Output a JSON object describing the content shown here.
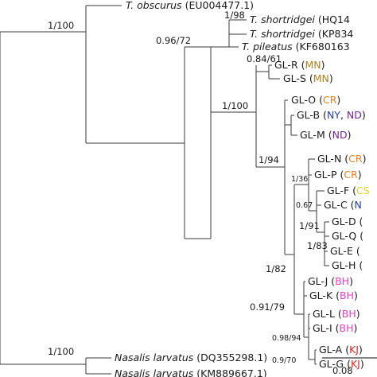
{
  "tips": {
    "obscurus": {
      "species": "T. obscurus",
      "accession": "(EU004477.1)"
    },
    "shortridgei_1": {
      "species": "T. shortridgei",
      "accession": "(HQ14"
    },
    "shortridgei_2": {
      "species": "T. shortridgei",
      "accession": "(KP834"
    },
    "pileatus": {
      "species": "T. pileatus",
      "accession": "(KF680163"
    },
    "nasalis_1": {
      "species": "Nasalis larvatus",
      "accession": "(DQ355298.1)"
    },
    "nasalis_2": {
      "species": "Nasalis larvatus",
      "accession": "(KM889667.1)"
    },
    "gl_r": {
      "name": "GL-R",
      "region": "MN",
      "color": "#b07f1c"
    },
    "gl_s": {
      "name": "GL-S",
      "region": "MN",
      "color": "#b07f1c"
    },
    "gl_o": {
      "name": "GL-O",
      "region": "CR",
      "color": "#f07f1e"
    },
    "gl_b": {
      "name": "GL-B",
      "region": "NY",
      "region2": "ND",
      "color": "#1f3fb0",
      "color2": "#7a1fa0"
    },
    "gl_m": {
      "name": "GL-M",
      "region": "ND",
      "color": "#7a1fa0"
    },
    "gl_n": {
      "name": "GL-N",
      "region": "CR",
      "color": "#f07f1e"
    },
    "gl_p": {
      "name": "GL-P",
      "region": "CR",
      "color": "#f07f1e"
    },
    "gl_f": {
      "name": "GL-F",
      "region": "CS",
      "color": "#e6d21a"
    },
    "gl_c": {
      "name": "GL-C",
      "region": "N",
      "color": "#1f3fb0"
    },
    "gl_d": {
      "name": "GL-D",
      "region": "",
      "color": "#3cb44b"
    },
    "gl_q": {
      "name": "GL-Q",
      "region": "",
      "color": "#3cb44b"
    },
    "gl_e": {
      "name": "GL-E",
      "region": "",
      "color": "#e6d21a"
    },
    "gl_h": {
      "name": "GL-H",
      "region": "",
      "color": "#e6d21a"
    },
    "gl_j": {
      "name": "GL-J",
      "region": "BH",
      "color": "#e83ec8"
    },
    "gl_k": {
      "name": "GL-K",
      "region": "BH",
      "color": "#e83ec8"
    },
    "gl_l": {
      "name": "GL-L",
      "region": "BH",
      "color": "#e83ec8"
    },
    "gl_i": {
      "name": "GL-I",
      "region": "BH",
      "color": "#e83ec8"
    },
    "gl_a": {
      "name": "GL-A",
      "region": "KJ",
      "color": "#d62828"
    },
    "gl_g": {
      "name": "GL-G",
      "region": "KJ",
      "color": "#d62828"
    }
  },
  "support": {
    "shortridgei": "1/98",
    "shortridgei_pileatus": "0.96/72",
    "trachy_main": "1/100",
    "mn": "0.84/61",
    "gl_main": "1/100",
    "non_mn": "1/94",
    "subclade_a": "1/36",
    "subclade_b": "0.67",
    "subclade_c": "1/91",
    "subclade_d": "1/83",
    "big_b": "1/82",
    "bh_kj": "0.91/79",
    "li_ag": "0.98/94",
    "ag": "0.9/70",
    "nasalis": "1/100"
  },
  "scale": {
    "label": "0.08"
  }
}
